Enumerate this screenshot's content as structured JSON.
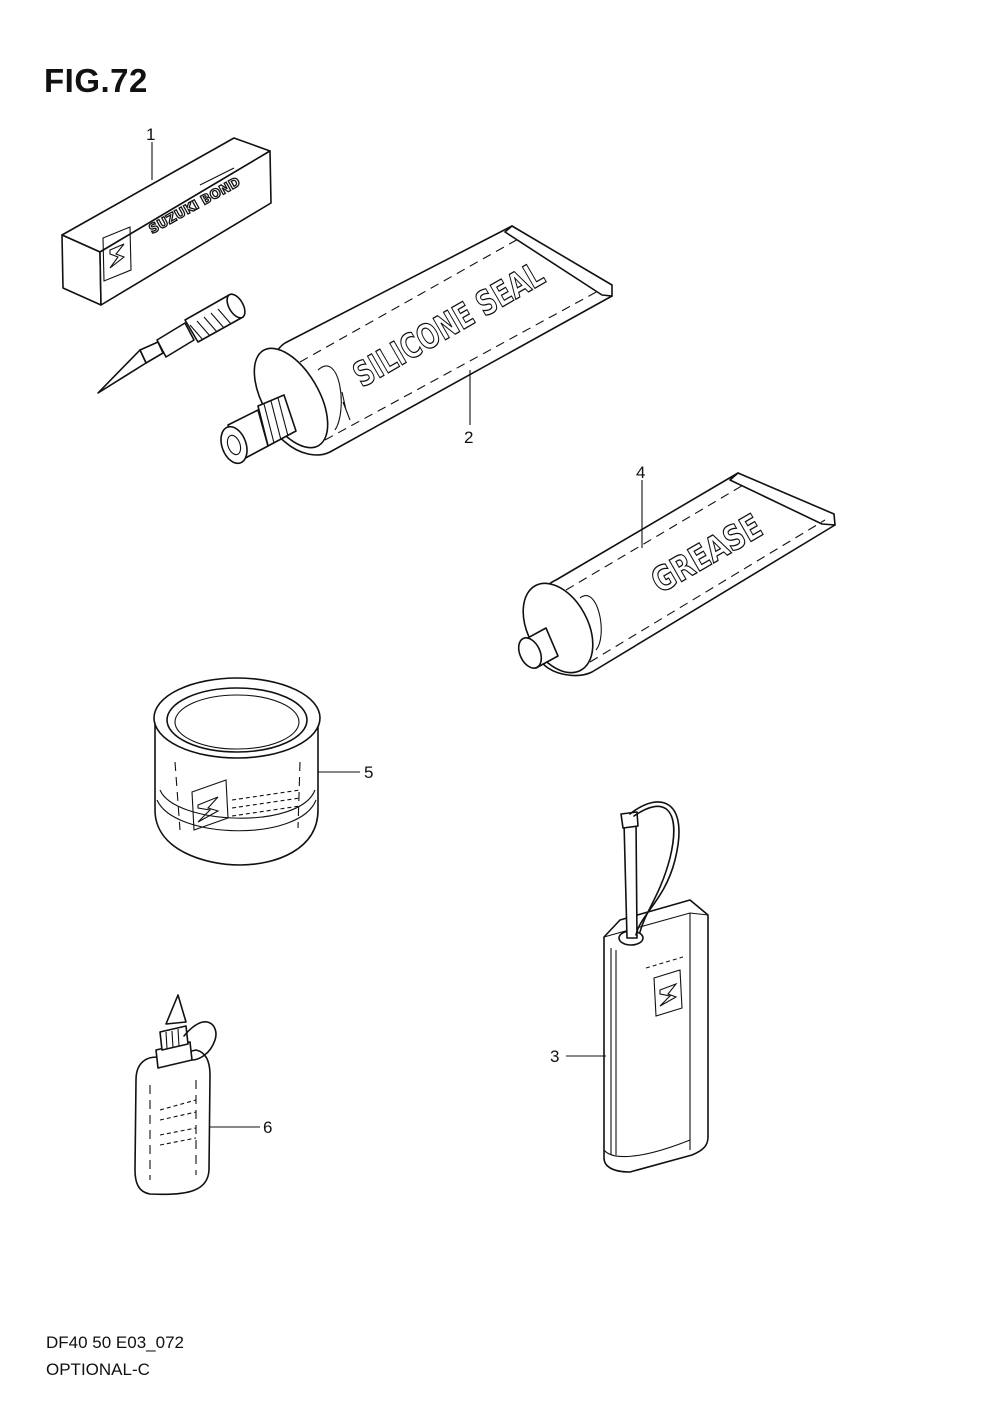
{
  "figure": {
    "title": "FIG.72"
  },
  "labels": {
    "bond_text": "SUZUKI BOND",
    "silicone_text": "SILICONE SEAL",
    "grease_text": "GREASE"
  },
  "callouts": [
    {
      "id": "1",
      "part": "bond-tube-box"
    },
    {
      "id": "2",
      "part": "silicone-seal-tube"
    },
    {
      "id": "3",
      "part": "oil-can"
    },
    {
      "id": "4",
      "part": "grease-tube"
    },
    {
      "id": "5",
      "part": "ring-container"
    },
    {
      "id": "6",
      "part": "oil-bottle"
    }
  ],
  "footer": {
    "line1": "DF40 50 E03_072",
    "line2": "OPTIONAL-C"
  }
}
